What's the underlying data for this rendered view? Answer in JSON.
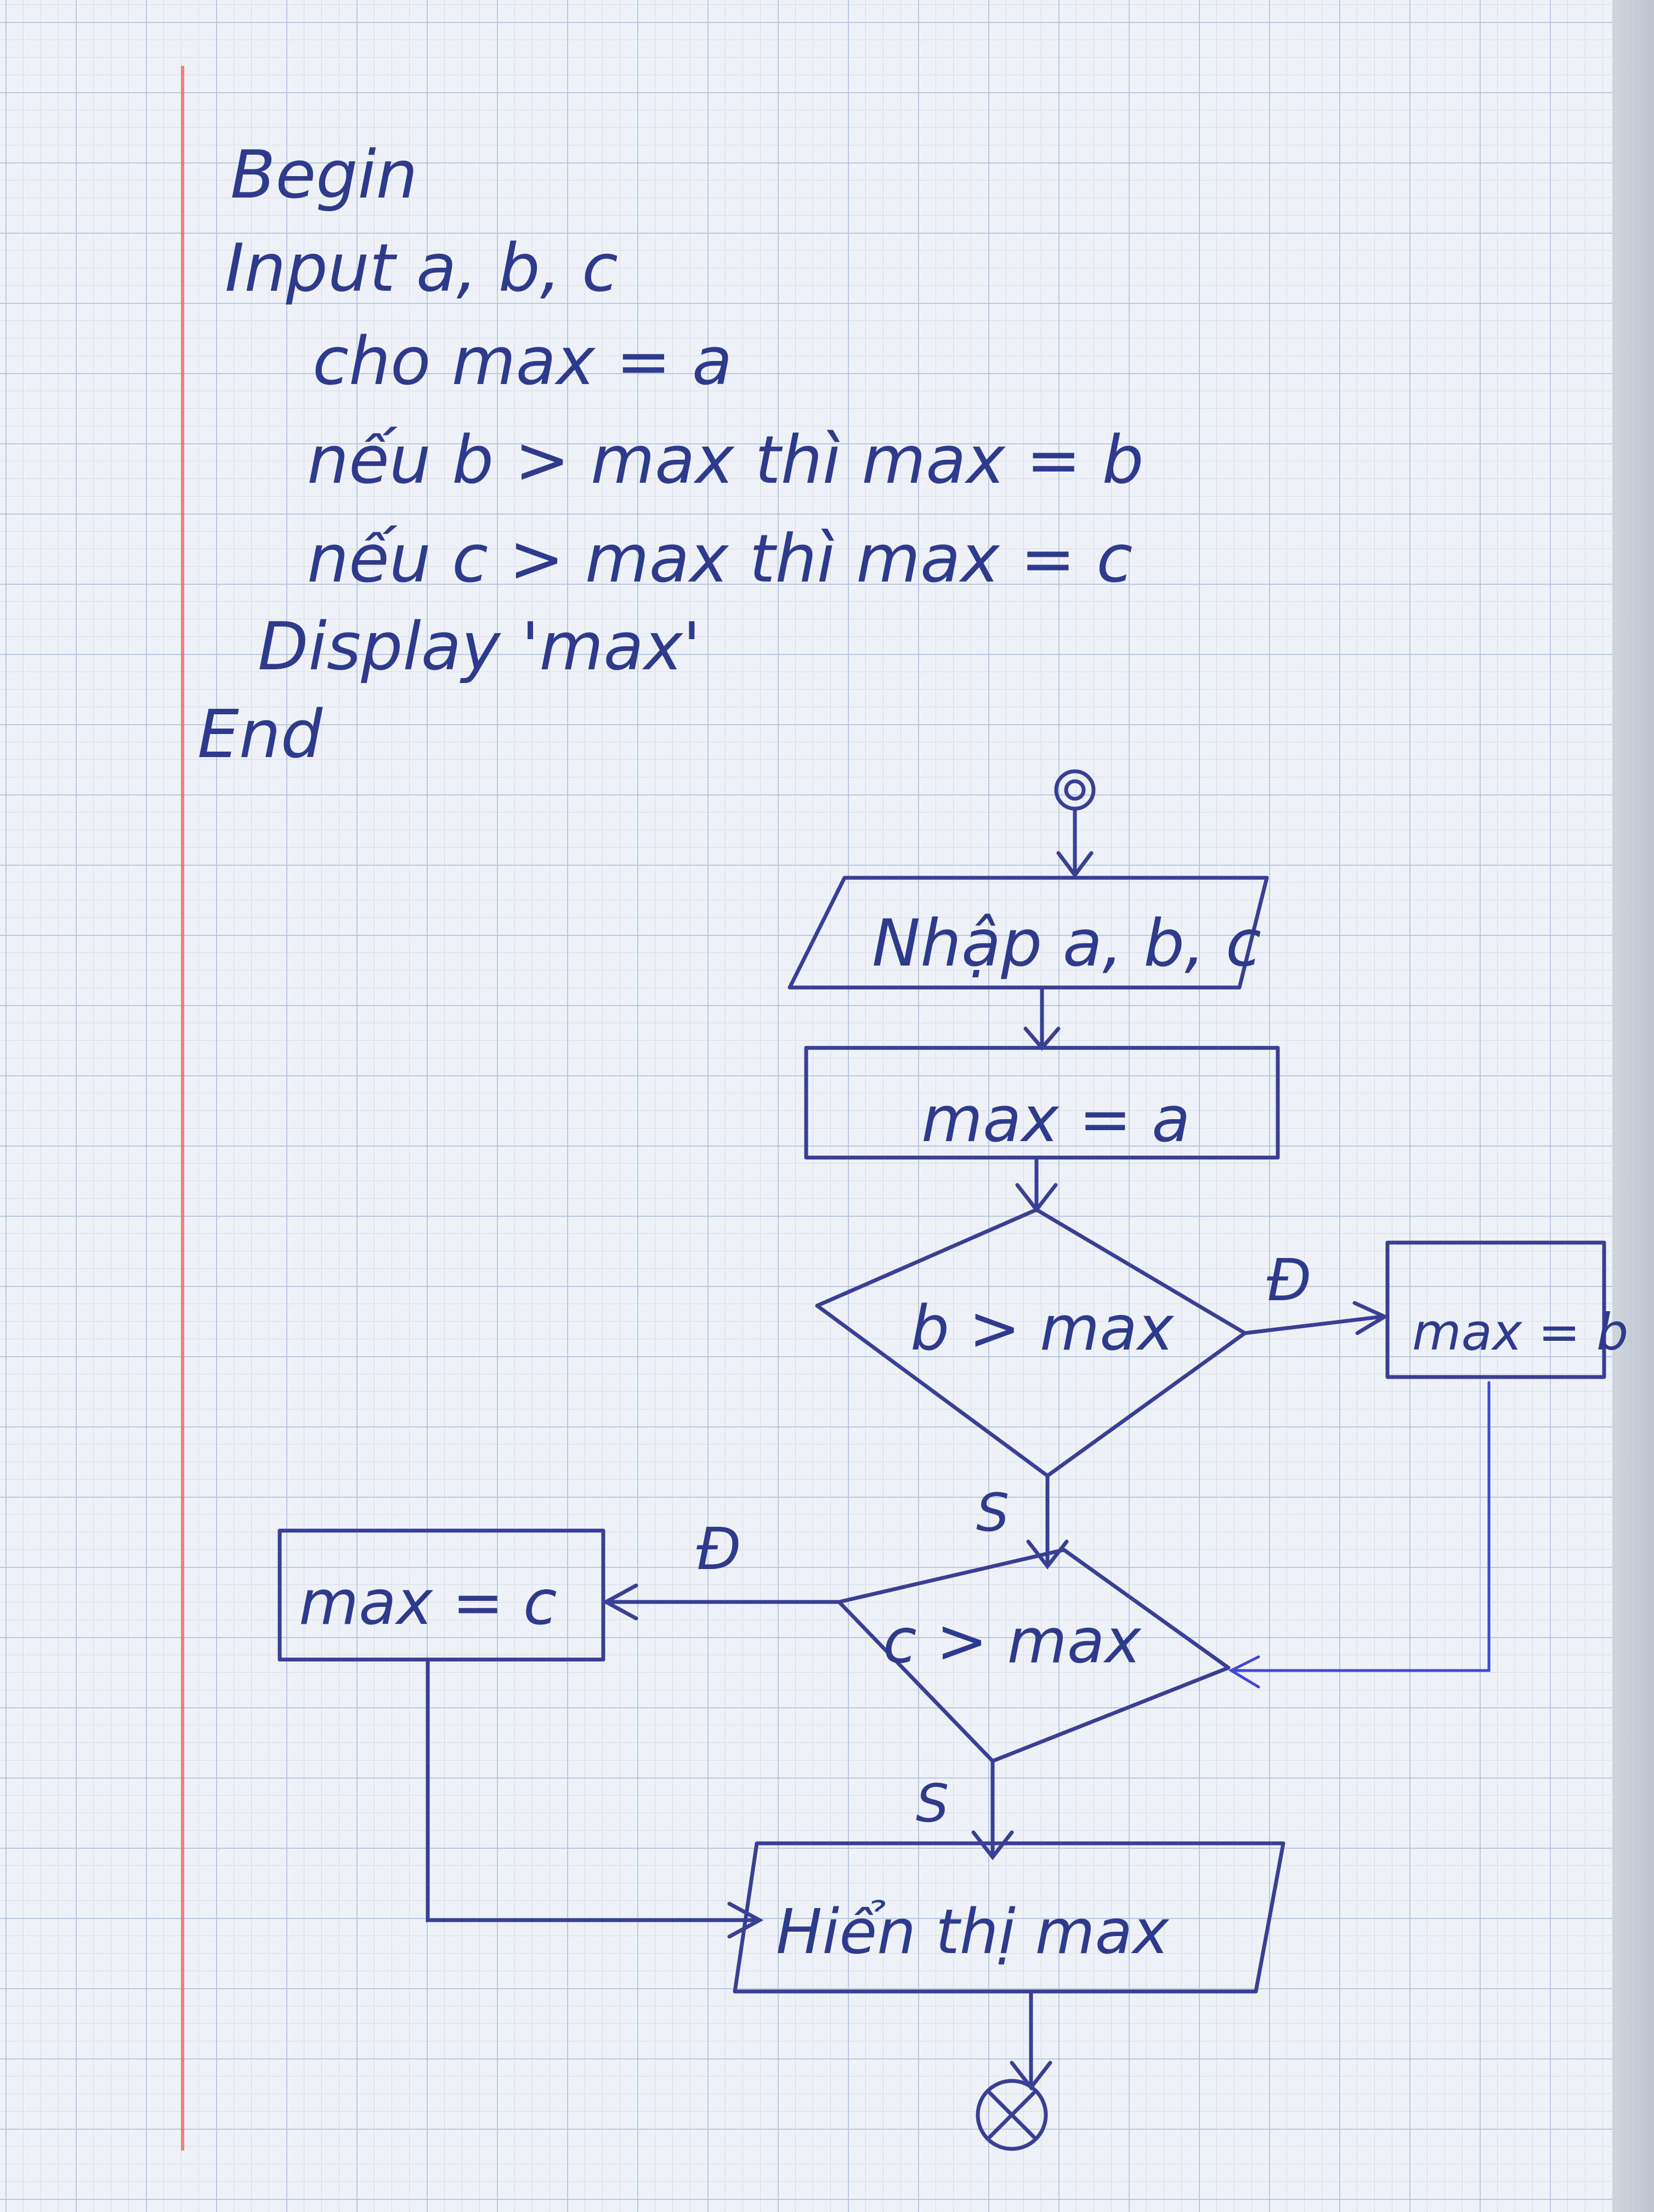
{
  "pseudocode": {
    "begin": "Begin",
    "input": "Input a, b, c",
    "assign": "cho max = a",
    "if_b": "nếu b > max thì max = b",
    "if_c": "nếu c > max thì max = c",
    "display": "Display 'max'",
    "end": "End"
  },
  "flowchart": {
    "input": "Nhập a, b, c",
    "init": "max = a",
    "decision_b": "b > max",
    "assign_b": "max = b",
    "decision_c": "c > max",
    "assign_c": "max = c",
    "output": "Hiển thị max",
    "true_label_b": "Đ",
    "false_label_b": "S",
    "true_label_c": "Đ",
    "false_label_c": "S"
  },
  "colors": {
    "ink": "#3a3f96",
    "ink_light": "#3f46d8",
    "grid": "#b9c8dc",
    "margin": "#e46a6a"
  }
}
